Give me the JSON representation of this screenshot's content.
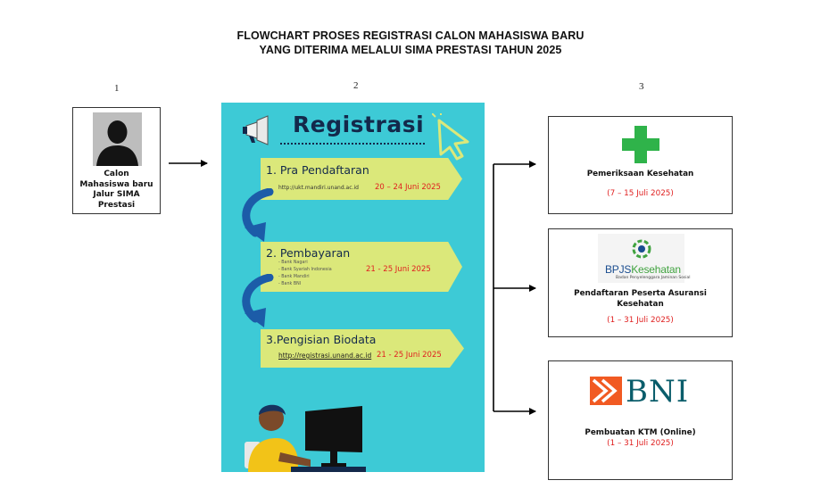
{
  "title": {
    "line1": "FLOWCHART PROSES REGISTRASI CALON MAHASISWA BARU",
    "line2": "YANG DITERIMA MELALUI SIMA PRESTASI TAHUN 2025"
  },
  "columns": {
    "col1_number": "1",
    "col2_number": "2",
    "col3_number": "3"
  },
  "applicant": {
    "line1": "Calon",
    "line2": "Mahasiswa baru",
    "line3": "Jalur SIMA",
    "line4": "Prestasi"
  },
  "registration": {
    "heading": "Registrasi",
    "steps": [
      {
        "label": "1. Pra Pendaftaran",
        "url": "http://ukt.mandiri.unand.ac.id",
        "date": "20 – 24 Juni 2025"
      },
      {
        "label": "2. Pembayaran",
        "banks": [
          "- Bank Nagari",
          "- Bank Syariah Indonesia",
          "- Bank Mandiri",
          "- Bank BNI"
        ],
        "date": "21 - 25 Juni 2025"
      },
      {
        "label": "3.Pengisian Biodata",
        "url": "http://registrasi.unand.ac.id",
        "date": "21 - 25 Juni 2025"
      }
    ]
  },
  "outcomes": [
    {
      "icon": "green-cross-icon",
      "label": "Pemeriksaan Kesehatan",
      "date": "(7 – 15 Juli 2025)"
    },
    {
      "icon": "bpjs-logo",
      "logo_text_blue": "BPJS",
      "logo_text_green": "Kesehatan",
      "logo_subtext": "Badan Penyelenggara Jaminan Sosial",
      "label_line1": "Pendaftaran Peserta Asuransi",
      "label_line2": "Kesehatan",
      "date": "(1 – 31 Juli 2025)"
    },
    {
      "icon": "bni-logo",
      "logo_text": "BNI",
      "label": "Pembuatan KTM (Online)",
      "date": "(1 – 31 Juli 2025)"
    }
  ],
  "colors": {
    "poster_bg": "#3dcad6",
    "banner": "#dbe87a",
    "date_red": "#e02020",
    "navy": "#13294b",
    "cross_green": "#2fb34a",
    "bni_orange": "#f15a22",
    "bni_teal": "#0a5d6b"
  }
}
